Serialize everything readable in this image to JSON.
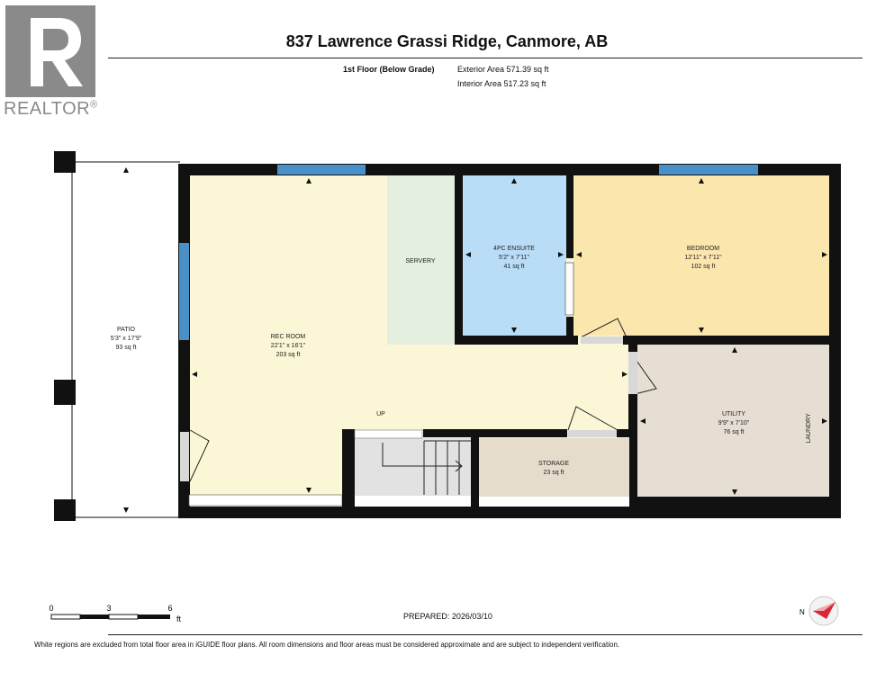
{
  "brand": {
    "logo_letter": "R",
    "name": "REALTOR",
    "registered": "®"
  },
  "header": {
    "title": "837 Lawrence Grassi Ridge, Canmore, AB",
    "floor_name": "1st Floor (Below Grade)",
    "exterior_area": "Exterior Area 571.39 sq ft",
    "interior_area": "Interior Area 517.23 sq ft"
  },
  "rooms": {
    "patio": {
      "name": "PATIO",
      "dims": "5'3\" x 17'9\"",
      "area": "93 sq ft"
    },
    "rec_room": {
      "name": "REC ROOM",
      "dims": "22'1\" x 16'1\"",
      "area": "203 sq ft"
    },
    "servery": {
      "name": "SERVERY"
    },
    "ensuite": {
      "name": "4PC ENSUITE",
      "dims": "5'2\" x 7'11\"",
      "area": "41 sq ft"
    },
    "bedroom": {
      "name": "BEDROOM",
      "dims": "12'11\" x 7'11\"",
      "area": "102 sq ft"
    },
    "utility": {
      "name": "UTILITY",
      "dims": "9'9\" x 7'10\"",
      "area": "76 sq ft"
    },
    "laundry": {
      "name": "LAUNDRY"
    },
    "storage": {
      "name": "STORAGE",
      "area": "23 sq ft"
    },
    "stairs": {
      "name": "UP"
    }
  },
  "colors": {
    "wall": "#111111",
    "window": "#4a90c8",
    "rec_room": "#fbf7d6",
    "servery": "#e4efdf",
    "ensuite": "#b9ddf6",
    "bedroom": "#fbe6ae",
    "utility": "#e6ddd3",
    "storage": "#e6dccc",
    "stairs": "#e2e2e2",
    "door": "#d8d8d8"
  },
  "scale": {
    "ticks": [
      "0",
      "3",
      "6"
    ],
    "unit": "ft"
  },
  "prepared": "PREPARED: 2026/03/10",
  "compass": {
    "label": "N"
  },
  "disclaimer": "White regions are excluded from total floor area in iGUIDE floor plans. All room dimensions and floor areas must be considered approximate and are subject to independent verification."
}
